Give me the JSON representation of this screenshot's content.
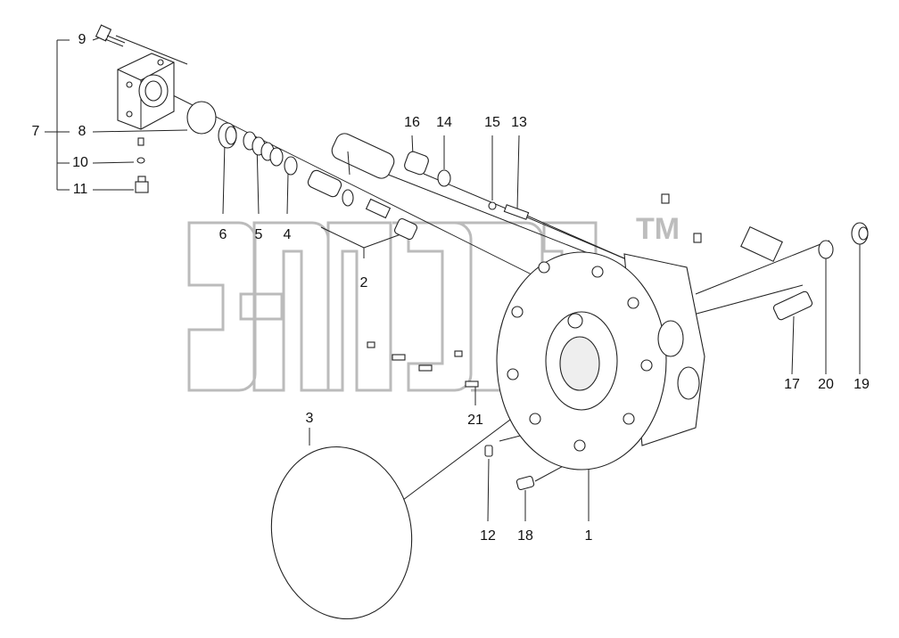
{
  "watermark": {
    "text": "элкв",
    "trademark": "TM"
  },
  "labels": [
    {
      "id": "1",
      "text": "1"
    },
    {
      "id": "2",
      "text": "2"
    },
    {
      "id": "3",
      "text": "3"
    },
    {
      "id": "4",
      "text": "4"
    },
    {
      "id": "5",
      "text": "5"
    },
    {
      "id": "6",
      "text": "6"
    },
    {
      "id": "7",
      "text": "7"
    },
    {
      "id": "8",
      "text": "8"
    },
    {
      "id": "9",
      "text": "9"
    },
    {
      "id": "10",
      "text": "10"
    },
    {
      "id": "11",
      "text": "11"
    },
    {
      "id": "12",
      "text": "12"
    },
    {
      "id": "13",
      "text": "13"
    },
    {
      "id": "14",
      "text": "14"
    },
    {
      "id": "15",
      "text": "15"
    },
    {
      "id": "16",
      "text": "16"
    },
    {
      "id": "17",
      "text": "17"
    },
    {
      "id": "18",
      "text": "18"
    },
    {
      "id": "19",
      "text": "19"
    },
    {
      "id": "20",
      "text": "20"
    },
    {
      "id": "21",
      "text": "21"
    }
  ]
}
